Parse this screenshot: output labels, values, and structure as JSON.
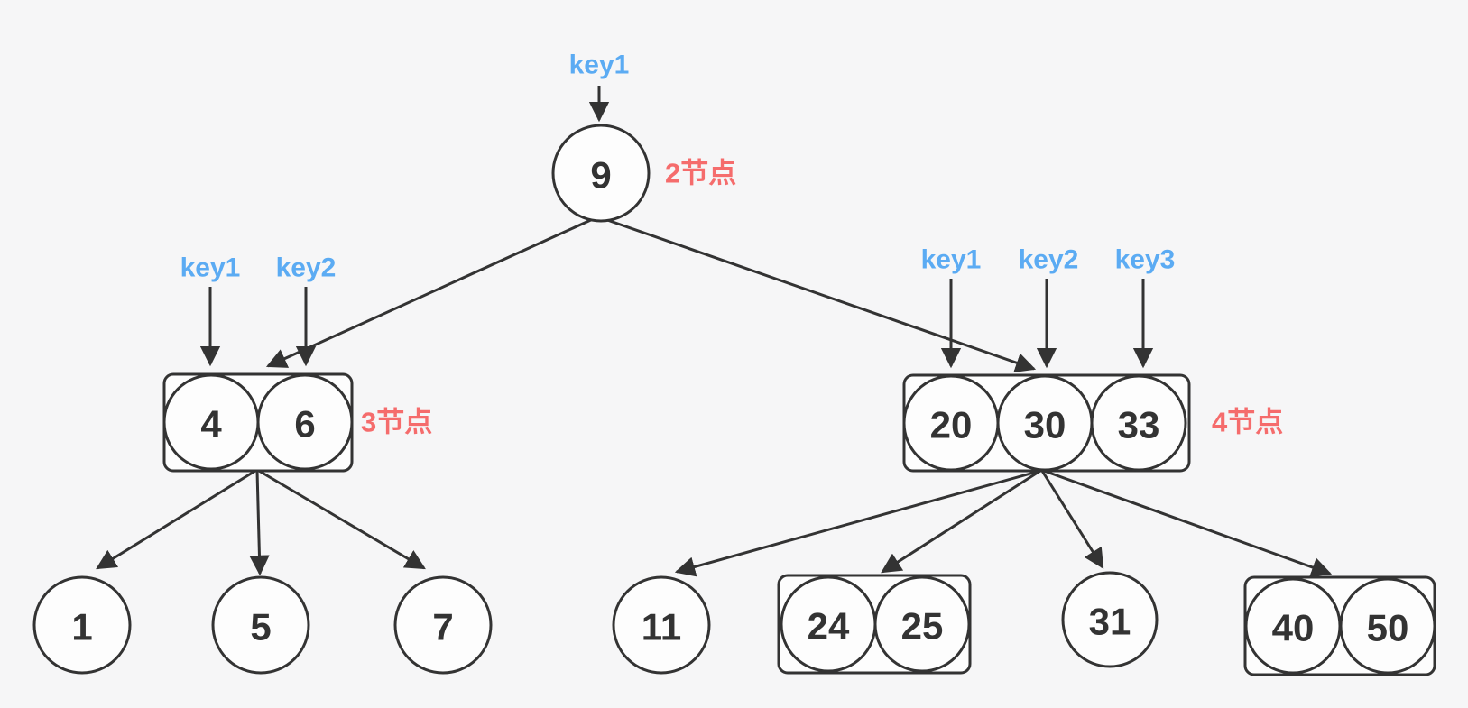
{
  "colors": {
    "background": "#f6f6f7",
    "node_fill": "#fdfdfd",
    "node_stroke": "#333333",
    "key_label_blue": "#5babf3",
    "annotation_red": "#f56c6c"
  },
  "tree": {
    "root": {
      "value": "9",
      "key_labels": [
        "key1"
      ],
      "annotation": "2节点"
    },
    "internal_left": {
      "values": [
        "4",
        "6"
      ],
      "key_labels": [
        "key1",
        "key2"
      ],
      "annotation": "3节点"
    },
    "internal_right": {
      "values": [
        "20",
        "30",
        "33"
      ],
      "key_labels": [
        "key1",
        "key2",
        "key3"
      ],
      "annotation": "4节点"
    },
    "leaves_left": [
      {
        "values": [
          "1"
        ]
      },
      {
        "values": [
          "5"
        ]
      },
      {
        "values": [
          "7"
        ]
      }
    ],
    "leaves_right": [
      {
        "values": [
          "11"
        ]
      },
      {
        "values": [
          "24",
          "25"
        ]
      },
      {
        "values": [
          "31"
        ]
      },
      {
        "values": [
          "40",
          "50"
        ]
      }
    ]
  }
}
